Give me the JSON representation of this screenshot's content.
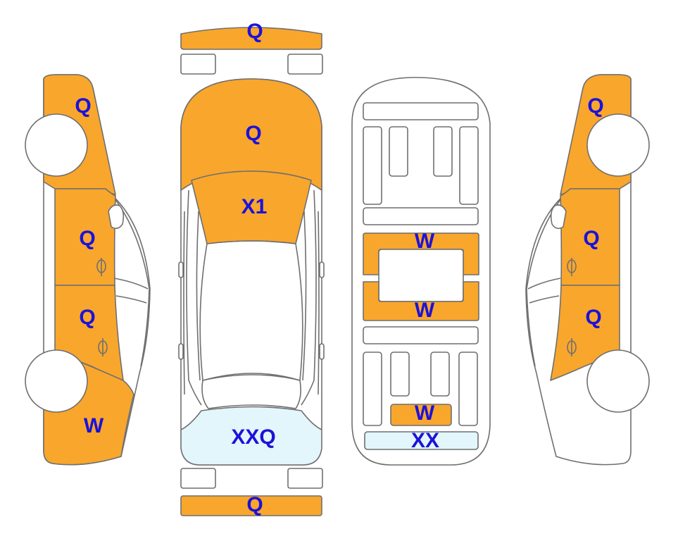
{
  "colors": {
    "damage_fill": "#f9a62d",
    "glass_fill": "#e2f6fb",
    "label_color": "#1c12d8",
    "outline": "#6f6f6f"
  },
  "views": {
    "left_side": {
      "front_section": "Q",
      "front_door": "Q",
      "rear_door": "Q",
      "rear_section": "W"
    },
    "top": {
      "front_bumper": "Q",
      "hood": "Q",
      "windshield": "X1",
      "rear_window": "XXQ",
      "rear_bumper": "Q"
    },
    "interior": {
      "front_floor": "W",
      "rear_floor": "W",
      "trunk_panel": "W",
      "trunk_glass": "XX"
    },
    "right_side": {
      "front_section": "Q",
      "front_door": "Q",
      "rear_door": "Q"
    }
  }
}
